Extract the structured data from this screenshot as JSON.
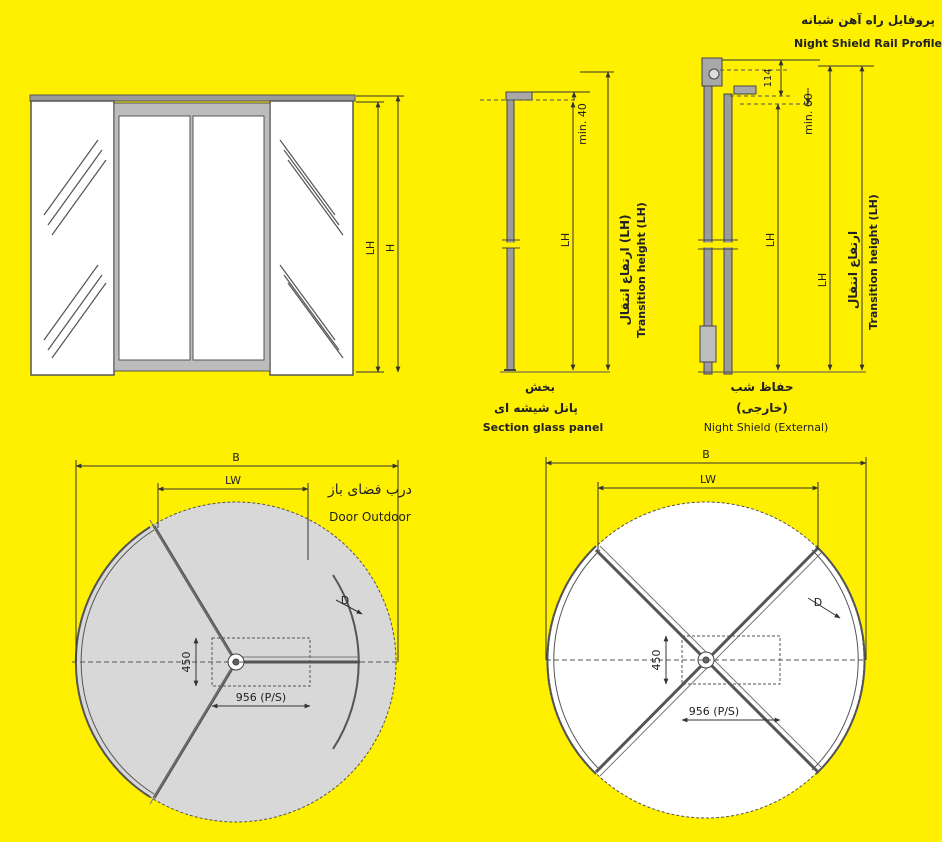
{
  "colors": {
    "background": "#FFF000",
    "line": "#3a3a3a",
    "frame": "#8a8a8a",
    "glass": "#ffffff",
    "outdoor_fill": "#d8d8d8"
  },
  "front_view": {
    "dim_lh": "LH",
    "dim_h": "H"
  },
  "section_glass": {
    "dim_min": "min. 40",
    "dim_lh": "LH",
    "height_fa": "ارتفاع انتقال (LH)",
    "height_en": "Transition height (LH)",
    "label_fa_1": "بخش",
    "label_fa_2": "پانل شیشه ای",
    "label_en": "Section glass panel"
  },
  "night_shield": {
    "rail_fa": "پروفایل راه آهن شبانه",
    "rail_en": "Night Shield Rail Profile",
    "dim_114": "114",
    "dim_min": "min. 60",
    "dim_lh": "LH",
    "dim_lh_outer": "LH",
    "height_fa": "ارتفاع انتقال",
    "height_en": "Transition height (LH)",
    "label_fa_1": "حفاظ شب",
    "label_fa_2": "(خارجی)",
    "label_en": "Night Shield (External)"
  },
  "plan_three_wing": {
    "dim_b": "B",
    "dim_lw": "LW",
    "dim_d": "D",
    "dim_450": "450",
    "dim_956": "956 (P/S)",
    "outdoor_fa": "درب فضای باز",
    "outdoor_en": "Door Outdoor"
  },
  "plan_four_wing": {
    "dim_b": "B",
    "dim_lw": "LW",
    "dim_d": "D",
    "dim_450": "450",
    "dim_956": "956 (P/S)"
  }
}
